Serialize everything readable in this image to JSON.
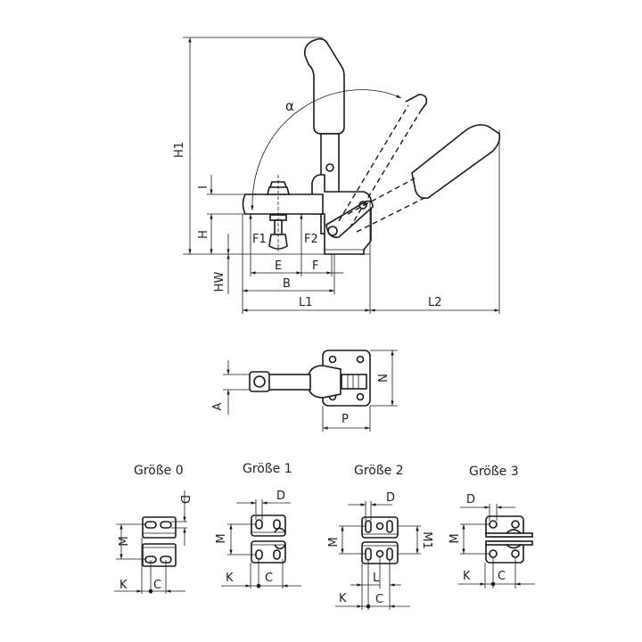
{
  "side_view": {
    "labels": {
      "H1": "H1",
      "alpha": "α",
      "I": "I",
      "H": "H",
      "F1": "F1",
      "F2": "F2",
      "HW": "HW",
      "E": "E",
      "F": "F",
      "B": "B",
      "L1": "L1",
      "L2": "L2"
    }
  },
  "top_view": {
    "labels": {
      "A": "A",
      "N": "N",
      "P": "P"
    }
  },
  "size_views": [
    {
      "title": "Größe 0",
      "labels": {
        "D": "D",
        "M": "M",
        "K": "K",
        "C": "C"
      }
    },
    {
      "title": "Größe 1",
      "labels": {
        "D": "D",
        "M": "M",
        "K": "K",
        "C": "C"
      }
    },
    {
      "title": "Größe 2",
      "labels": {
        "D": "D",
        "M": "M",
        "M1": "M1",
        "L": "L",
        "K": "K",
        "C": "C"
      }
    },
    {
      "title": "Größe 3",
      "labels": {
        "D": "D",
        "M": "M",
        "K": "K",
        "C": "C"
      }
    }
  ]
}
